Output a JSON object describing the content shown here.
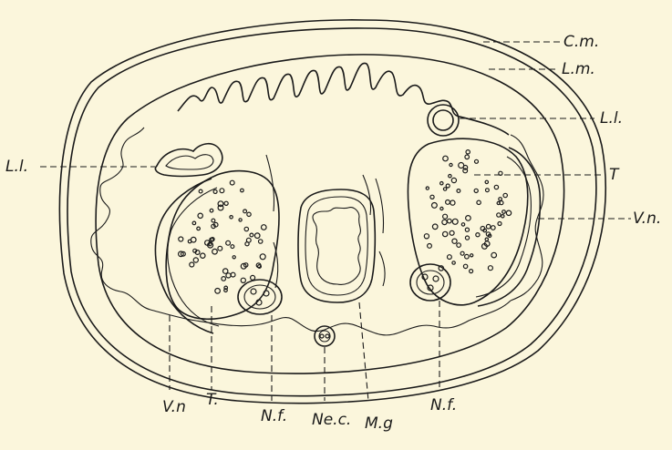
{
  "figure": {
    "background": "#fbf6dc",
    "ink": "#1a1a1a",
    "labels": {
      "cm": "C.m.",
      "lm": "L.m.",
      "li_right": "L.l.",
      "li_left": "L.l.",
      "t_right": "T",
      "vn_right": "V.n.",
      "vn_bottom": "V.n",
      "t_bottom": "T.",
      "nf_left": "N.f.",
      "nec": "Ne.c.",
      "mg": "M.g",
      "nf_right": "N.f."
    }
  }
}
